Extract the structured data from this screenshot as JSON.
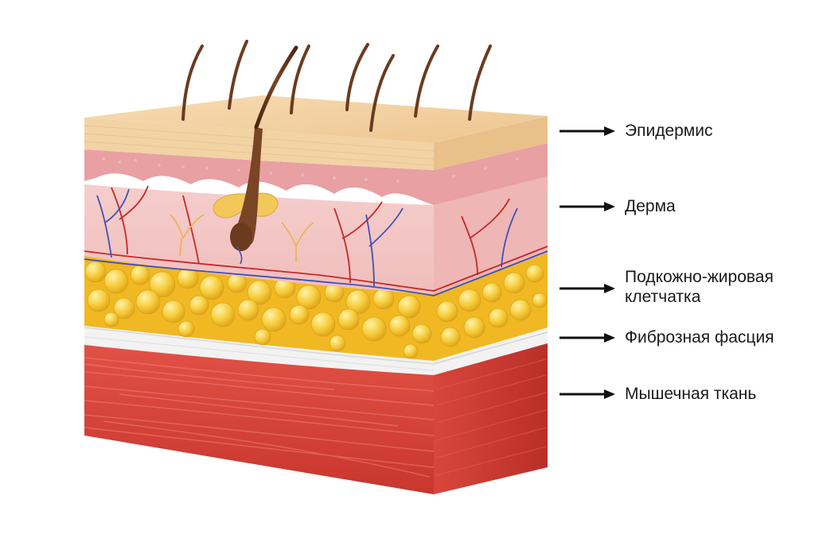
{
  "labels": {
    "epidermis": "Эпидермис",
    "dermis": "Дерма",
    "subcutis": "Подкожно-жировая\nклетчатка",
    "fascia": "Фиброзная фасция",
    "muscle": "Мышечная ткань"
  },
  "colors": {
    "epidermis_top": "#f2cf9e",
    "epidermis_front": "#f0d4a8",
    "dermis": "#f3c6c4",
    "papillary": "#e8a3a6",
    "fat": "#f2c230",
    "fascia": "#eeeeee",
    "muscle": "#d9453b",
    "hair": "#6b3b1f",
    "artery": "#c62828",
    "vein": "#3f51b5",
    "nerve": "#e9b34a",
    "arrow": "#111111"
  },
  "icons": {
    "arrow": "arrow-right-icon"
  }
}
